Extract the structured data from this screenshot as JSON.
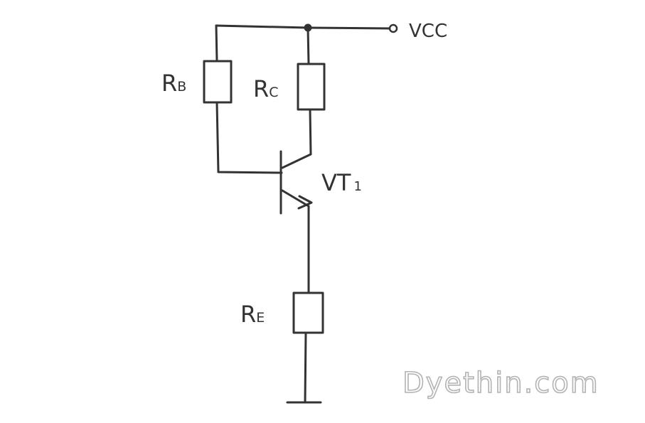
{
  "diagram": {
    "supply_label": "VCC",
    "components": {
      "rb": {
        "letter": "R",
        "sub": "B"
      },
      "rc": {
        "letter": "R",
        "sub": "C"
      },
      "re": {
        "letter": "R",
        "sub": "E"
      },
      "transistor": {
        "name": "VT",
        "sub": "1"
      }
    },
    "colors": {
      "ink": "#333333",
      "watermark_outline": "#b3b3b3",
      "background": "#ffffff"
    }
  },
  "watermark": {
    "text": "Dyethin.com"
  }
}
